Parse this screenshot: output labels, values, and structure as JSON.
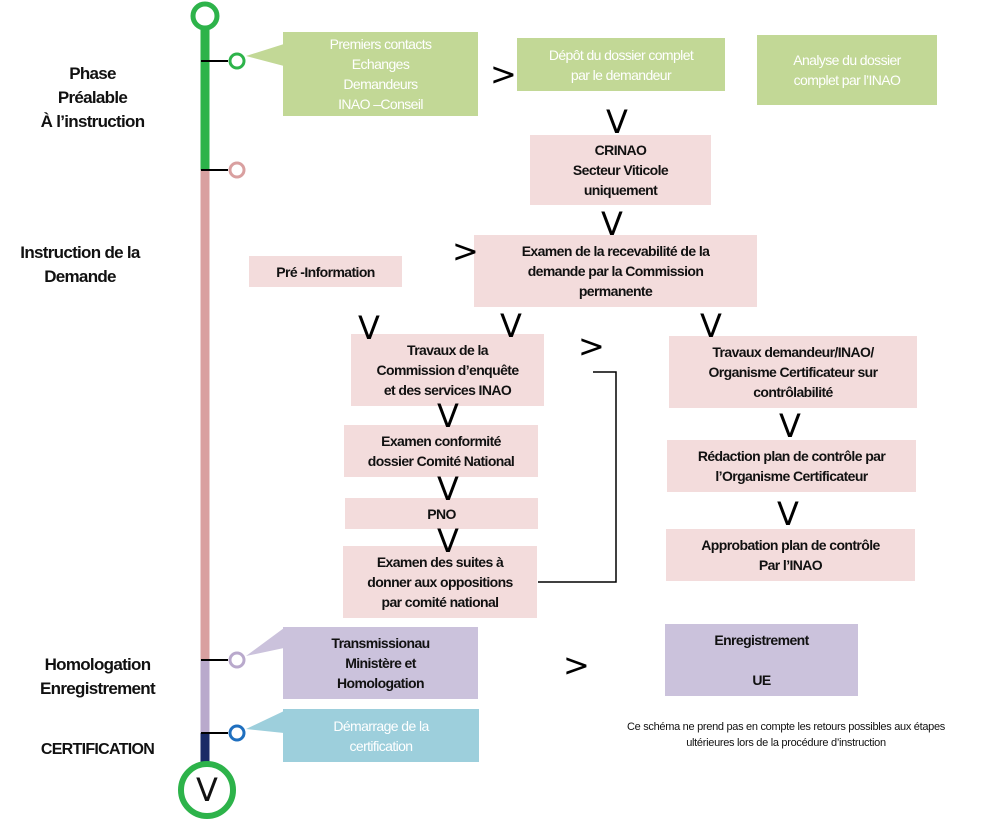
{
  "timeline": {
    "colors": {
      "green": "#2db34a",
      "pink": "#d9a0a0",
      "purple": "#b9a9cc",
      "blue": "#1f6fbf",
      "navy": "#1a2a66"
    },
    "end_marker": "V"
  },
  "phases": {
    "prealable": "Phase\nPréalable\nÀ l’instruction",
    "instruction": "Instruction de la\nDemande",
    "homologation": "Homologation\nEnregistrement",
    "certification": "CERTIFICATION"
  },
  "boxes": {
    "premiers_contacts": "Premiers contacts\nEchanges\nDemandeurs\nINAO –Conseil",
    "depot": "Dépôt du dossier complet\npar le demandeur",
    "analyse": "Analyse du dossier\ncomplet par l’INAO",
    "crinao": "CRINAO\nSecteur Viticole\nuniquement",
    "pre_information": "Pré -Information",
    "examen_recevabilite": "Examen de la recevabilité de la\ndemande par la Commission\npermanente",
    "travaux_commission": "Travaux de la\nCommission d’enquête\net des services INAO",
    "examen_conformite": "Examen conformité\ndossier Comité National",
    "pno": "PNO",
    "examen_suites": "Examen des suites à\ndonner aux oppositions\npar comité national",
    "travaux_demandeur": "Travaux demandeur/INAO/\nOrganisme Certificateur sur\ncontrôlabilité",
    "redaction_plan": "Rédaction plan de contrôle par\nl’Organisme Certificateur",
    "approbation_plan": "Approbation plan de contrôle\nPar l’INAO",
    "transmission": "Transmissionau\nMinistère et\nHomologation",
    "enregistrement": "Enregistrement\n\nUE",
    "demarrage": "Démarrage de la\ncertification"
  },
  "arrows": {
    "right": ">",
    "down": "V"
  },
  "note": "Ce schéma ne prend pas  en compte les retours  possibles aux étapes\nultérieures lors de la procédure d’instruction"
}
